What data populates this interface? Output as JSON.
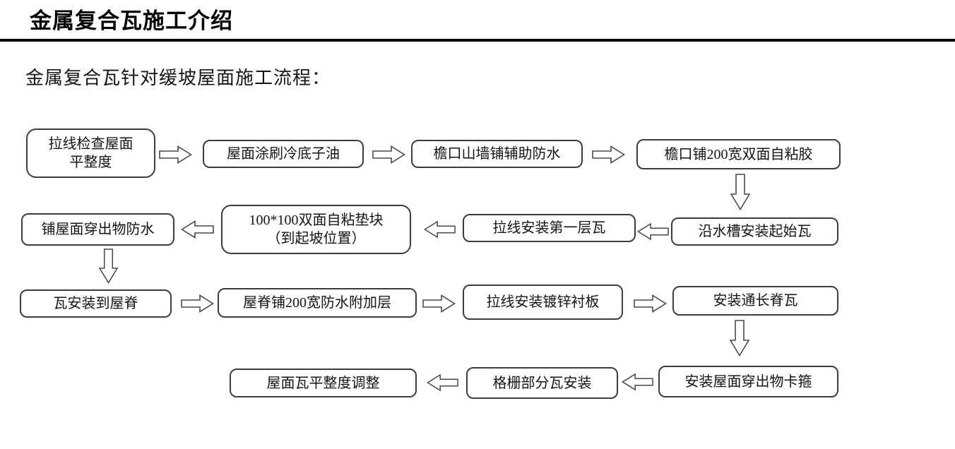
{
  "page": {
    "title": "金属复合瓦施工介绍",
    "subtitle": "金属复合瓦针对缓坡屋面施工流程："
  },
  "flowchart": {
    "steps": [
      {
        "label": "拉线检查屋面\n平整度"
      },
      {
        "label": "屋面涂刷冷底子油"
      },
      {
        "label": "檐口山墙铺辅助防水"
      },
      {
        "label": "檐口铺200宽双面自粘胶"
      },
      {
        "label": "沿水槽安装起始瓦"
      },
      {
        "label": "拉线安装第一层瓦"
      },
      {
        "label": "100*100双面自粘垫块\n（到起坡位置）"
      },
      {
        "label": "铺屋面穿出物防水"
      },
      {
        "label": "瓦安装到屋脊"
      },
      {
        "label": "屋脊铺200宽防水附加层"
      },
      {
        "label": "拉线安装镀锌衬板"
      },
      {
        "label": "安装通长脊瓦"
      },
      {
        "label": "安装屋面穿出物卡箍"
      },
      {
        "label": "格栅部分瓦安装"
      },
      {
        "label": "屋面瓦平整度调整"
      }
    ],
    "arrow_colors": {
      "outline": "#4a4a4a",
      "fill": "#ffffff"
    }
  }
}
